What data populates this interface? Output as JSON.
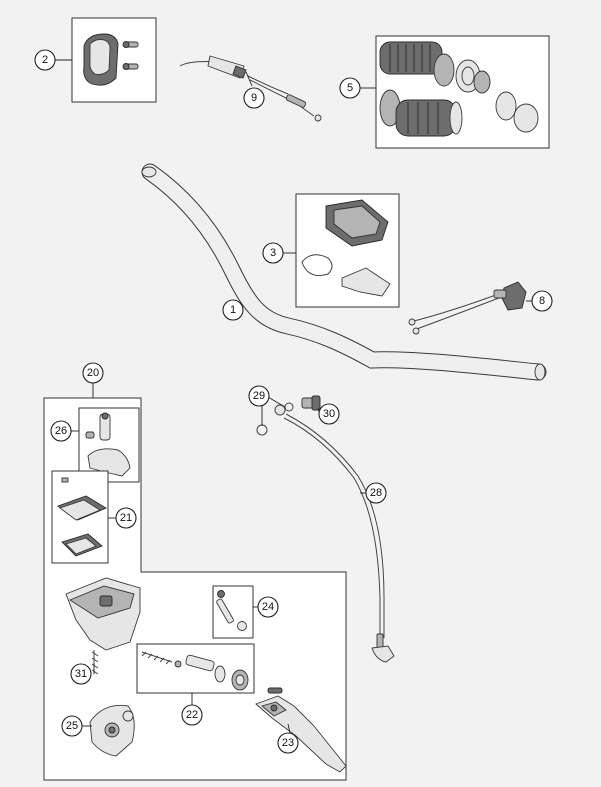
{
  "diagram": {
    "callouts": [
      {
        "id": "c1",
        "label": "1"
      },
      {
        "id": "c2",
        "label": "2"
      },
      {
        "id": "c3",
        "label": "3"
      },
      {
        "id": "c5",
        "label": "5"
      },
      {
        "id": "c8",
        "label": "8"
      },
      {
        "id": "c9",
        "label": "9"
      },
      {
        "id": "c20",
        "label": "20"
      },
      {
        "id": "c21",
        "label": "21"
      },
      {
        "id": "c22",
        "label": "22"
      },
      {
        "id": "c23",
        "label": "23"
      },
      {
        "id": "c24",
        "label": "24"
      },
      {
        "id": "c25",
        "label": "25"
      },
      {
        "id": "c26",
        "label": "26"
      },
      {
        "id": "c28",
        "label": "28"
      },
      {
        "id": "c29",
        "label": "29"
      },
      {
        "id": "c30",
        "label": "30"
      },
      {
        "id": "c31",
        "label": "31"
      }
    ]
  }
}
